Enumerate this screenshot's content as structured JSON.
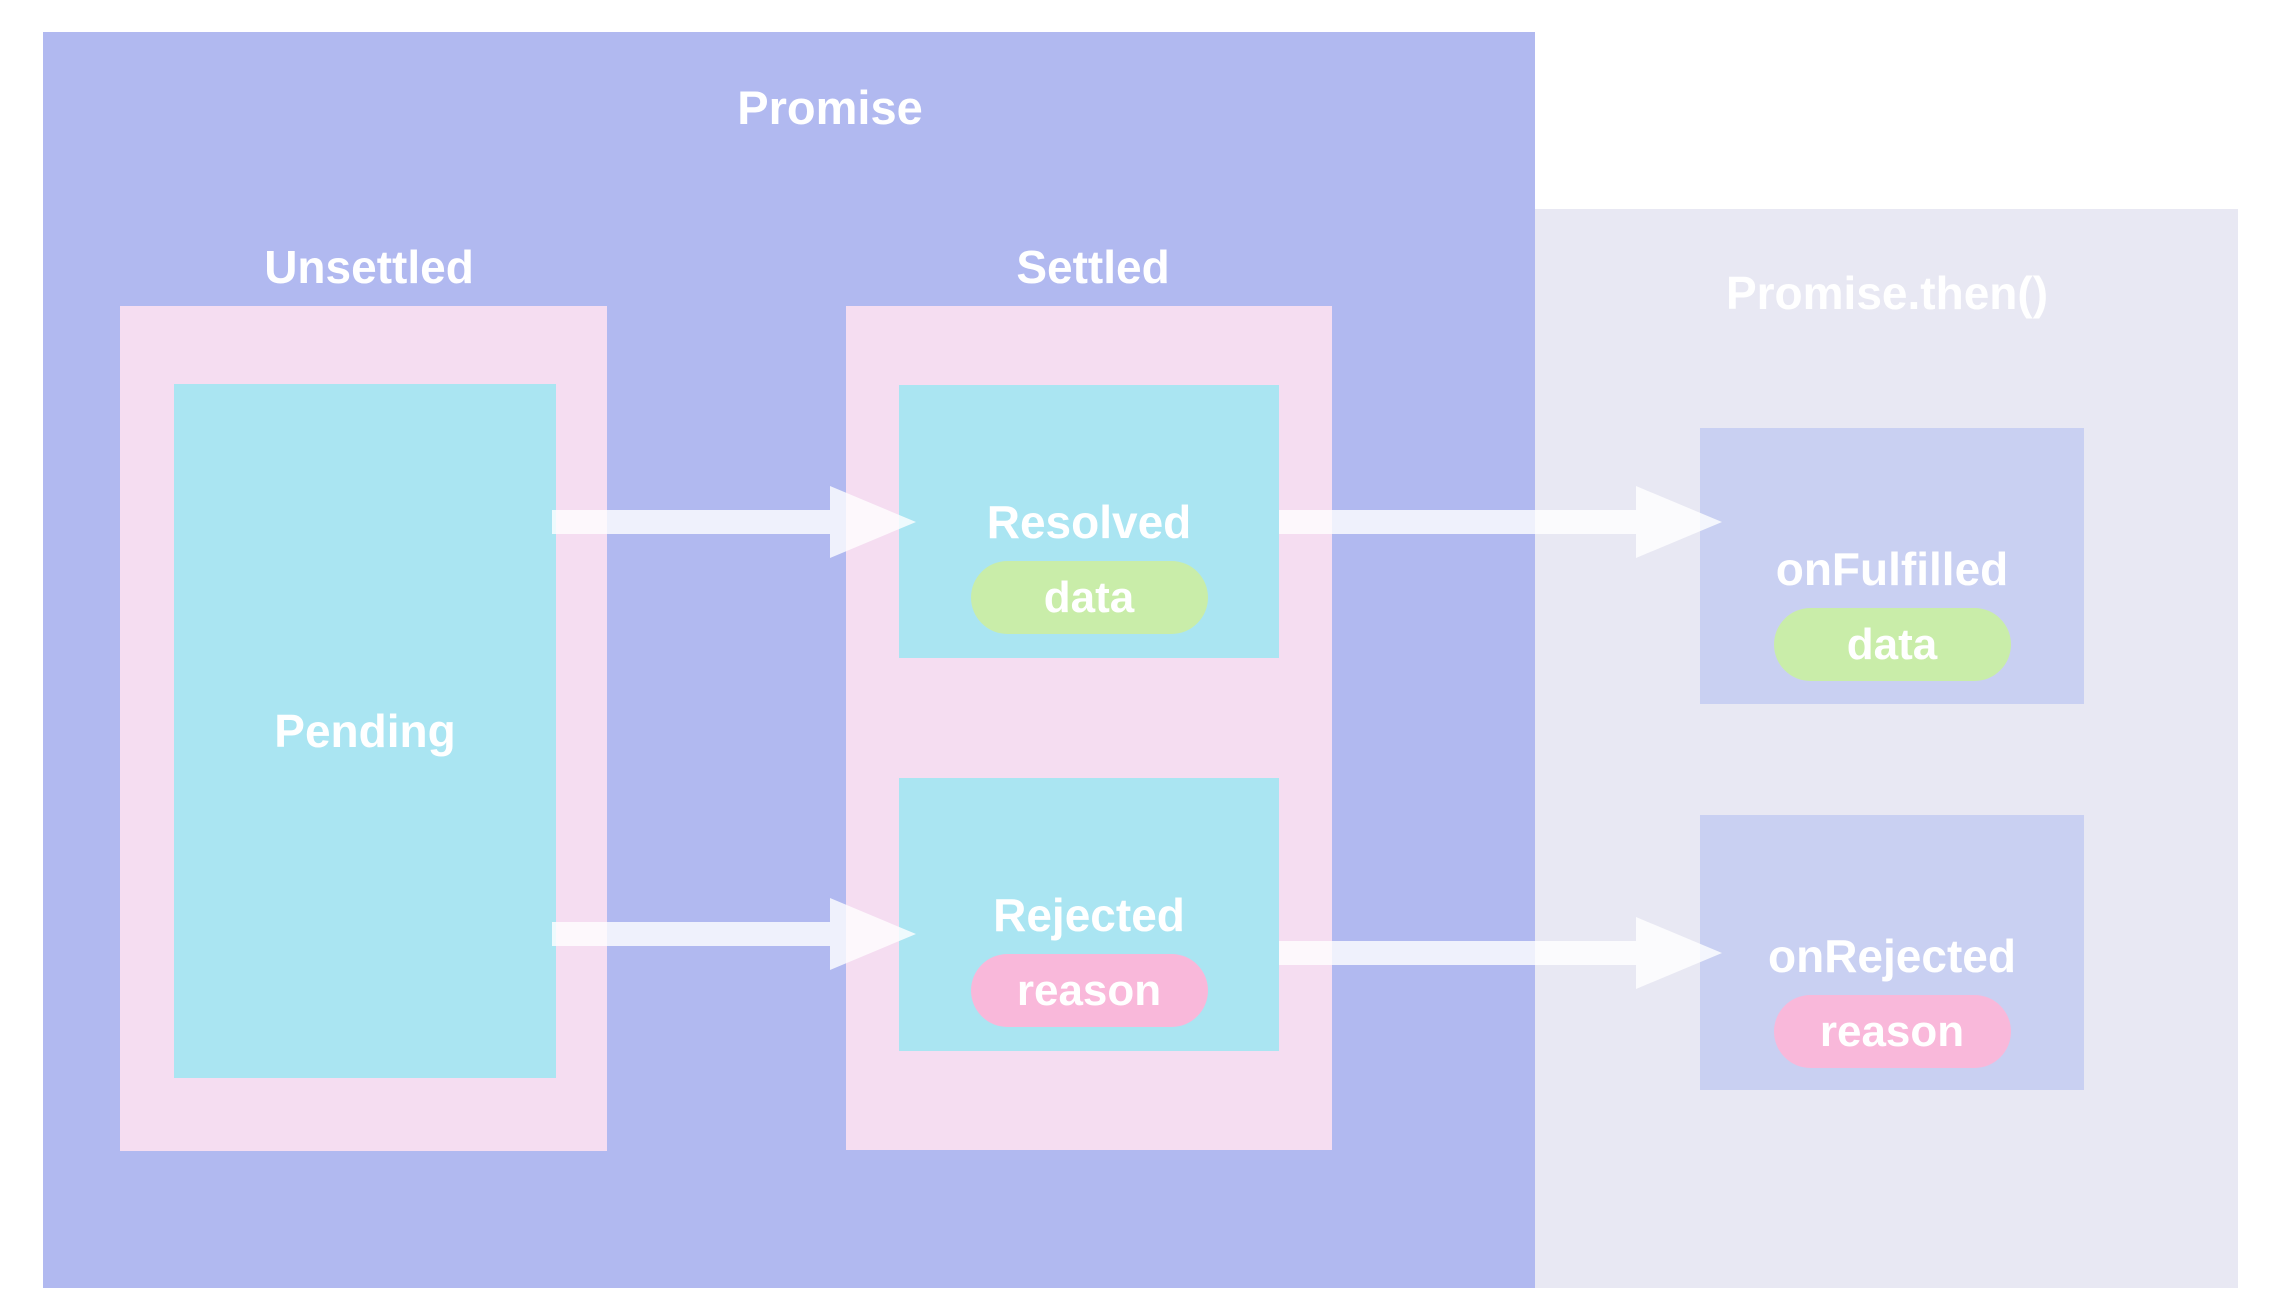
{
  "diagram": {
    "promise": {
      "title": "Promise",
      "unsettled": {
        "label": "Unsettled",
        "pending": {
          "label": "Pending"
        }
      },
      "settled": {
        "label": "Settled",
        "resolved": {
          "label": "Resolved",
          "pill": "data"
        },
        "rejected": {
          "label": "Rejected",
          "pill": "reason"
        }
      }
    },
    "then": {
      "title": "Promise.then()",
      "onFulfilled": {
        "label": "onFulfilled",
        "pill": "data"
      },
      "onRejected": {
        "label": "onRejected",
        "pill": "reason"
      }
    },
    "edges": [
      {
        "from": "Pending",
        "to": "Resolved"
      },
      {
        "from": "Pending",
        "to": "Rejected"
      },
      {
        "from": "Resolved",
        "to": "onFulfilled"
      },
      {
        "from": "Rejected",
        "to": "onRejected"
      }
    ],
    "colors": {
      "promise_bg": "#b1b9f0",
      "then_bg": "#e8e8f3",
      "panel_pink": "#f5ddf1",
      "state_cyan": "#aae5f2",
      "handler_periwinkle": "#c9d0f2",
      "pill_green": "#c9eda9",
      "pill_pink": "#f9b8da",
      "text": "#ffffff",
      "arrow": "rgba(255,255,255,0.8)"
    }
  }
}
